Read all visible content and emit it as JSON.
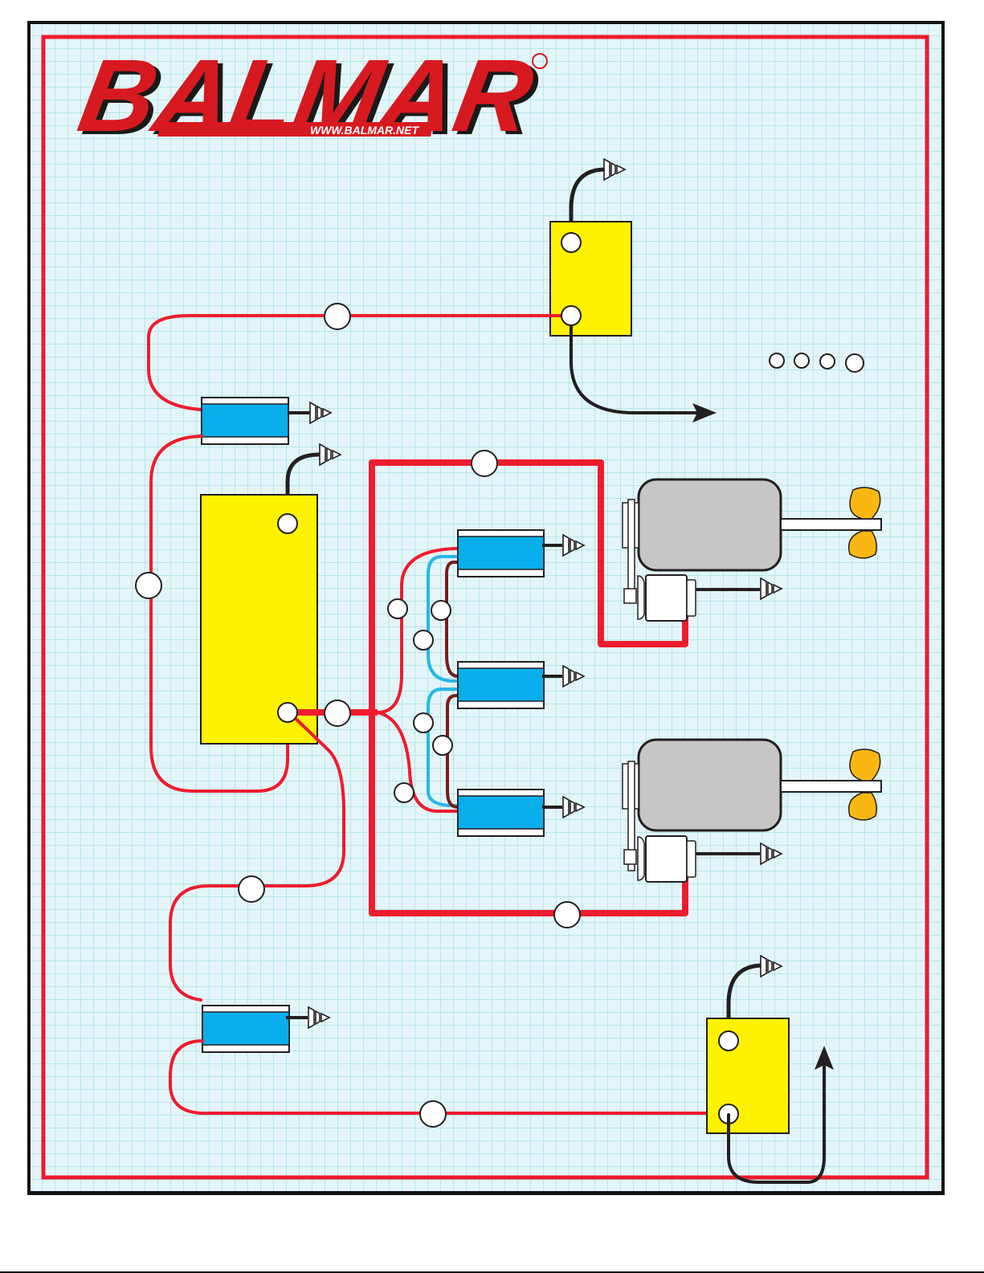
{
  "logo": {
    "brand": "BALMAR",
    "url": "WWW.BALMAR.NET",
    "registered_mark": "registered-mark-icon"
  },
  "colors": {
    "page_background": "#ffffff",
    "grid_background": "#e3f5f8",
    "grid_line": "#9ddde0",
    "frame_outer": "#141414",
    "frame_inner": "#ee1c2e",
    "logo_red": "#d71920",
    "positive_wire": "#ee1c2e",
    "negative_wire": "#231f20",
    "blue_wire": "#29b6e8",
    "brown_wire": "#7b1a1a",
    "battery_yellow": "#fff200",
    "fuse_blue": "#09aeea",
    "engine_gray": "#c6c6c6",
    "propeller": "#fab713",
    "terminal": "#ffffff"
  },
  "components": {
    "top_battery": {
      "type": "battery",
      "terminals": 2,
      "icon": "battery-icon"
    },
    "main_battery_bank": {
      "type": "battery",
      "terminals": 2,
      "icon": "battery-bank-icon"
    },
    "bottom_battery": {
      "type": "battery",
      "terminals": 2,
      "icon": "battery-icon"
    },
    "upper_left_fuse": {
      "type": "fuse-block",
      "icon": "fuse-block-icon"
    },
    "lower_left_fuse": {
      "type": "fuse-block",
      "icon": "fuse-block-icon"
    },
    "regulator_fuses": [
      {
        "type": "fuse-block",
        "icon": "fuse-block-icon"
      },
      {
        "type": "fuse-block",
        "icon": "fuse-block-icon"
      },
      {
        "type": "fuse-block",
        "icon": "fuse-block-icon"
      }
    ],
    "engines": [
      {
        "type": "engine",
        "has_alternator": true,
        "has_propeller": true
      },
      {
        "type": "engine",
        "has_alternator": true,
        "has_propeller": true
      }
    ],
    "ground_symbols": 11,
    "direction_arrows": [
      "right",
      "up"
    ],
    "legend_dots": 4
  }
}
